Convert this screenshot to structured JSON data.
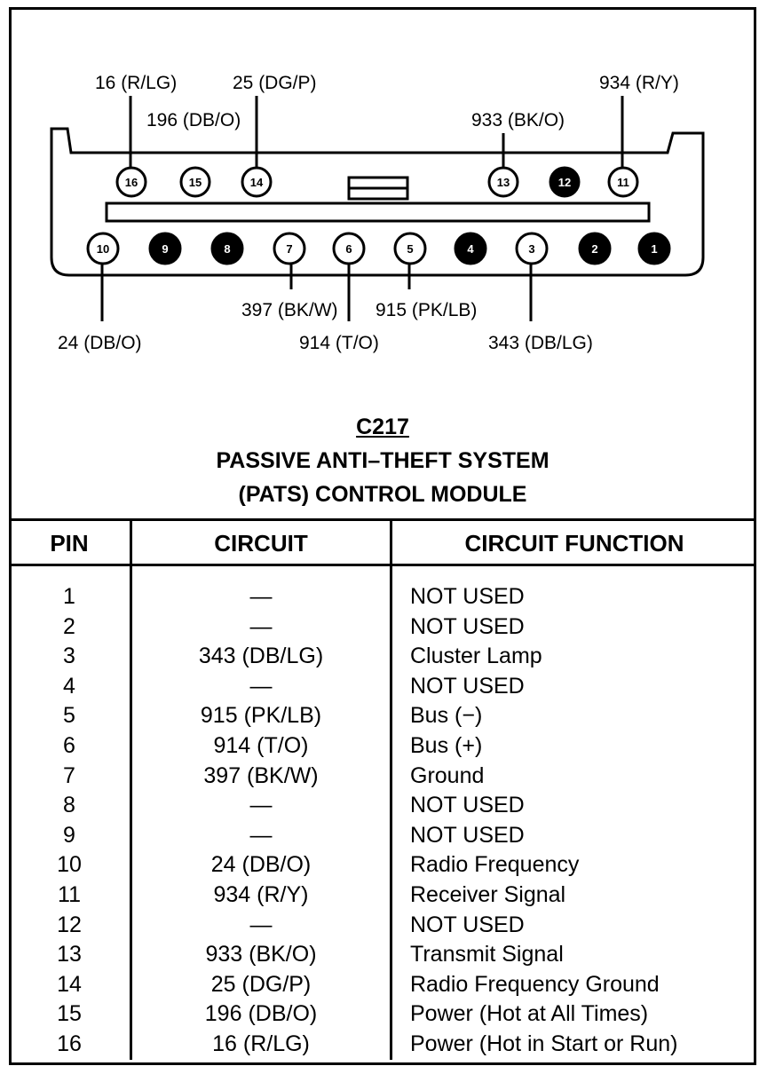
{
  "connector": {
    "code": "C217",
    "title_line1": "PASSIVE ANTI–THEFT SYSTEM",
    "title_line2": "(PATS) CONTROL MODULE"
  },
  "pin_labels": {
    "p16": "16 (R/LG)",
    "p15": "196 (DB/O)",
    "p14": "25 (DG/P)",
    "p13": "933 (BK/O)",
    "p11": "934 (R/Y)",
    "p10": "24 (DB/O)",
    "p7": "397 (BK/W)",
    "p6": "914 (T/O)",
    "p5": "915 (PK/LB)",
    "p3": "343 (DB/LG)"
  },
  "cavities": {
    "c16": "16",
    "c15": "15",
    "c14": "14",
    "c13": "13",
    "c12": "12",
    "c11": "11",
    "c10": "10",
    "c9": "9",
    "c8": "8",
    "c7": "7",
    "c6": "6",
    "c5": "5",
    "c4": "4",
    "c3": "3",
    "c2": "2",
    "c1": "1"
  },
  "table": {
    "headers": {
      "pin": "PIN",
      "circuit": "CIRCUIT",
      "function": "CIRCUIT FUNCTION"
    },
    "rows": [
      {
        "pin": "1",
        "circuit": "—",
        "function": "NOT USED"
      },
      {
        "pin": "2",
        "circuit": "—",
        "function": "NOT USED"
      },
      {
        "pin": "3",
        "circuit": "343 (DB/LG)",
        "function": "Cluster Lamp"
      },
      {
        "pin": "4",
        "circuit": "—",
        "function": "NOT USED"
      },
      {
        "pin": "5",
        "circuit": "915 (PK/LB)",
        "function": "Bus (−)"
      },
      {
        "pin": "6",
        "circuit": "914 (T/O)",
        "function": "Bus (+)"
      },
      {
        "pin": "7",
        "circuit": "397 (BK/W)",
        "function": "Ground"
      },
      {
        "pin": "8",
        "circuit": "—",
        "function": "NOT USED"
      },
      {
        "pin": "9",
        "circuit": "—",
        "function": "NOT USED"
      },
      {
        "pin": "10",
        "circuit": "24 (DB/O)",
        "function": "Radio Frequency"
      },
      {
        "pin": "11",
        "circuit": "934 (R/Y)",
        "function": "Receiver Signal"
      },
      {
        "pin": "12",
        "circuit": "—",
        "function": "NOT USED"
      },
      {
        "pin": "13",
        "circuit": "933 (BK/O)",
        "function": "Transmit Signal"
      },
      {
        "pin": "14",
        "circuit": "25 (DG/P)",
        "function": "Radio Frequency Ground"
      },
      {
        "pin": "15",
        "circuit": "196 (DB/O)",
        "function": "Power (Hot at All Times)"
      },
      {
        "pin": "16",
        "circuit": "16 (R/LG)",
        "function": "Power (Hot in Start or Run)"
      }
    ]
  }
}
